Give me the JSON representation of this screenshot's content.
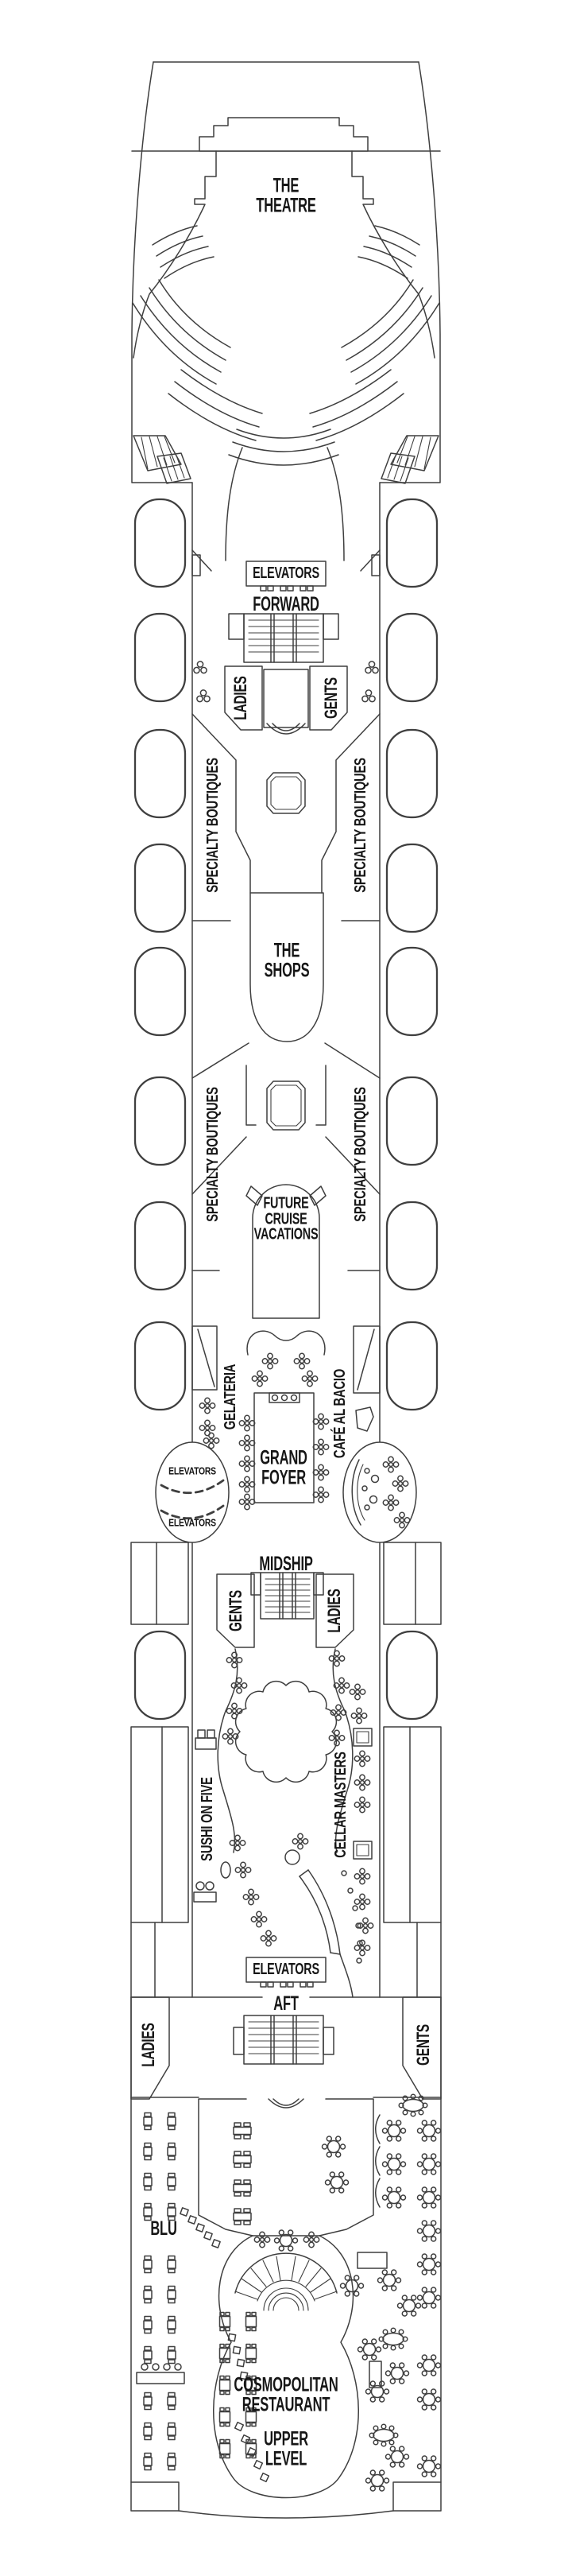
{
  "colors": {
    "background": "#ffffff",
    "line": "#3f3f3f",
    "text": "#161616"
  },
  "deck_plan": {
    "forward_section": {
      "theatre": "THE\nTHEATRE",
      "elevators": "ELEVATORS",
      "forward": "FORWARD",
      "ladies": "LADIES",
      "gents": "GENTS"
    },
    "boutique_section": {
      "specialty_boutiques": "SPECIALTY BOUTIQUES",
      "the_shops": "THE\nSHOPS",
      "future_cruise_vacations": "FUTURE\nCRUISE\nVACATIONS"
    },
    "foyer_section": {
      "gelateria": "GELATERIA",
      "cafe_al_bacio": "CAFÉ AL BACIO",
      "grand_foyer": "GRAND\nFOYER",
      "elevators_upper": "ELEVATORS",
      "elevators_lower": "ELEVATORS",
      "midship": "MIDSHIP"
    },
    "midship_section": {
      "gents": "GENTS",
      "ladies": "LADIES",
      "sushi_on_five": "SUSHI ON FIVE",
      "cellar_masters": "CELLAR MASTERS"
    },
    "aft_section": {
      "elevators": "ELEVATORS",
      "aft": "AFT",
      "ladies": "LADIES",
      "gents": "GENTS",
      "blu": "BLU",
      "cosmopolitan_restaurant": "COSMOPOLITAN\nRESTAURANT",
      "upper_level": "UPPER\nLEVEL"
    }
  }
}
